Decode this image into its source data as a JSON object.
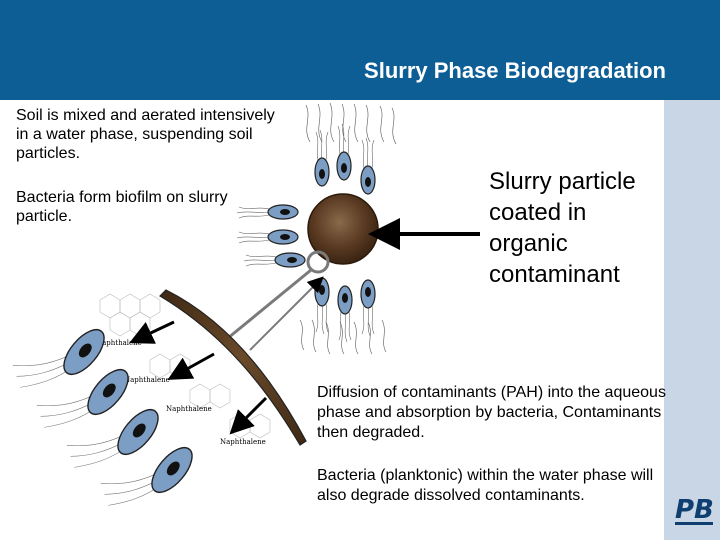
{
  "title": "Slurry Phase Biodegradation",
  "text_blocks": {
    "soil_mixed": "Soil is mixed and aerated intensively in a water phase, suspending soil particles.",
    "biofilm": "Bacteria form biofilm on slurry particle.",
    "slurry_particle": "Slurry particle coated in organic contaminant",
    "diffusion": "Diffusion of contaminants (PAH) into the aqueous phase and absorption by bacteria, Contaminants then degraded.",
    "planktonic": "Bacteria (planktonic) within the water phase will also degrade dissolved contaminants."
  },
  "molecule_labels": [
    "Naphthalene",
    "Naphthalene",
    "Naphthalene",
    "Naphthalene"
  ],
  "logo_text": "PB",
  "colors": {
    "header": "#0e5e96",
    "sidebar": "#c9d6e6",
    "bacterium_fill": "#7c9ec4",
    "particle_fill": "#5a3a22"
  }
}
